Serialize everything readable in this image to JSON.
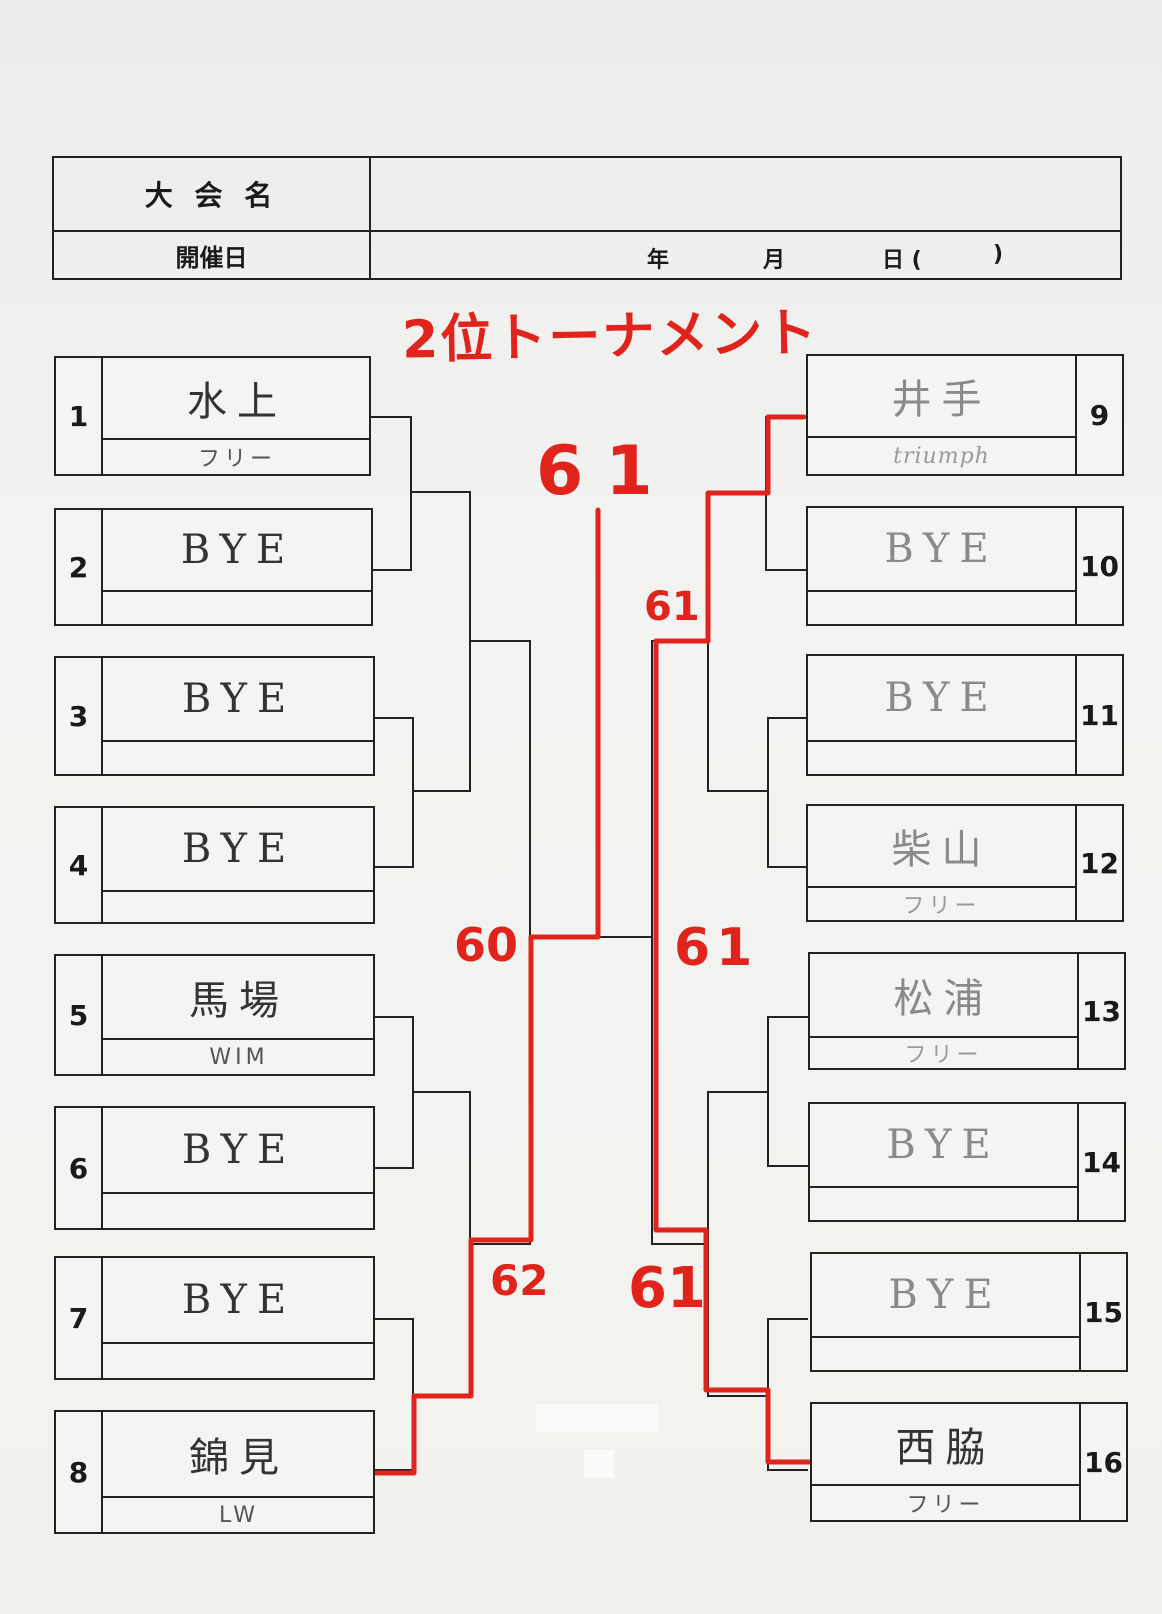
{
  "header": {
    "event_label": "大 会 名",
    "date_label": "開催日",
    "year": "年",
    "month": "月",
    "day": "日 (",
    "paren_close": ")"
  },
  "title": "2位トーナメント",
  "entries": [
    {
      "seed": "1",
      "name": "水上",
      "team": "フリー"
    },
    {
      "seed": "2",
      "name": "BYE",
      "team": ""
    },
    {
      "seed": "3",
      "name": "BYE",
      "team": ""
    },
    {
      "seed": "4",
      "name": "BYE",
      "team": ""
    },
    {
      "seed": "5",
      "name": "馬場",
      "team": "WIM"
    },
    {
      "seed": "6",
      "name": "BYE",
      "team": ""
    },
    {
      "seed": "7",
      "name": "BYE",
      "team": ""
    },
    {
      "seed": "8",
      "name": "錦見",
      "team": "LW"
    },
    {
      "seed": "9",
      "name": "井手",
      "team": "triumph"
    },
    {
      "seed": "10",
      "name": "BYE",
      "team": ""
    },
    {
      "seed": "11",
      "name": "BYE",
      "team": ""
    },
    {
      "seed": "12",
      "name": "柴山",
      "team": "フリー"
    },
    {
      "seed": "13",
      "name": "松浦",
      "team": "フリー"
    },
    {
      "seed": "14",
      "name": "BYE",
      "team": ""
    },
    {
      "seed": "15",
      "name": "BYE",
      "team": ""
    },
    {
      "seed": "16",
      "name": "西脇",
      "team": "フリー"
    }
  ],
  "scores": {
    "final": "61",
    "left_upper_semi": "60",
    "left_lower_qf": "62",
    "right_upper_qf": "61",
    "right_semi": "61",
    "right_lower_qf": "61"
  },
  "colors": {
    "ink": "#222222",
    "marker_red": "#e0231b",
    "paper": "#f1f1ee"
  }
}
